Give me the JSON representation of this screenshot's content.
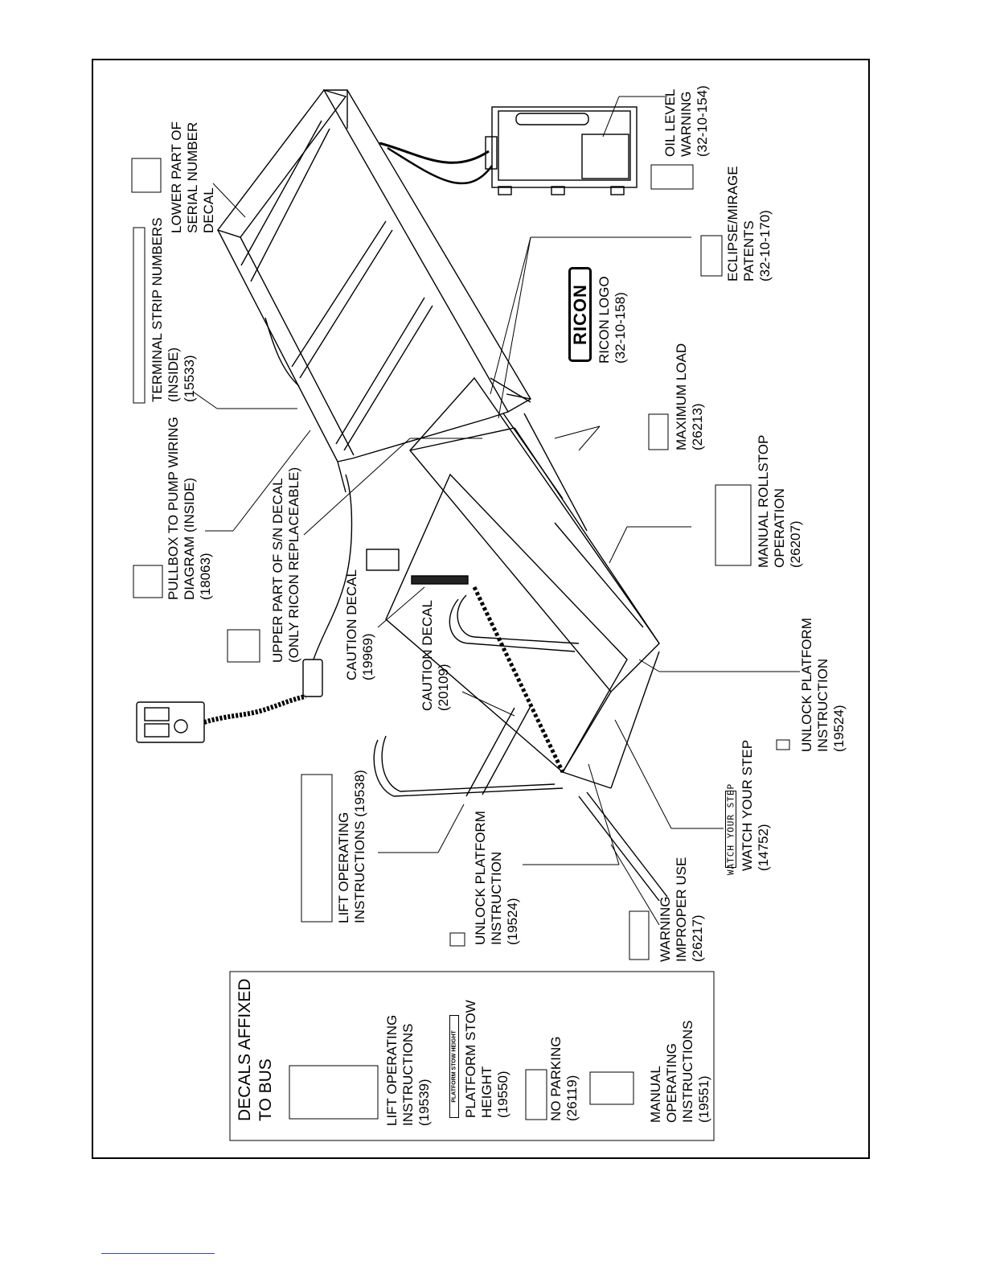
{
  "labels": {
    "lower_serial": "LOWER PART OF\nSERIAL NUMBER\nDECAL",
    "oil_level": "OIL LEVEL\nWARNING\n(32-10-154)",
    "terminal_strip": "TERMINAL STRIP NUMBERS\n(INSIDE)\n(15533)",
    "eclipse_patents": "ECLIPSE/MIRAGE\nPATENTS\n(32-10-170)",
    "ricon_logo_label": "RICON LOGO\n(32-10-158)",
    "pullbox": "PULLBOX TO PUMP WIRING\nDIAGRAM (INSIDE)\n(18063)",
    "upper_serial": "UPPER PART OF S/N DECAL\n(ONLY RICON REPLACEABLE)",
    "maximum_load": "MAXIMUM LOAD\n(26213)",
    "manual_rollstop": "MANUAL ROLLSTOP\nOPERATION\n(26207)",
    "caution_19969": "CAUTION DECAL\n(19969)",
    "caution_20109": "CAUTION DECAL\n(20109)",
    "unlock_right": "UNLOCK PLATFORM\nINSTRUCTION\n(19524)",
    "lift_operating": "LIFT OPERATING\nINSTRUCTIONS (19538)",
    "watch_step": "WATCH YOUR STEP\n(14752)",
    "unlock_left": "UNLOCK PLATFORM\nINSTRUCTION\n(19524)",
    "warning_improper": "WARNING\nIMPROPER USE\n(26217)"
  },
  "bus_box": {
    "title": "DECALS AFFIXED\nTO BUS",
    "lift_operating": "LIFT OPERATING\nINSTRUCTIONS\n(19539)",
    "platform_stow": "PLATFORM STOW\nHEIGHT\n(19550)",
    "no_parking": "NO PARKING\n(26119)",
    "manual_operating": "MANUAL\nOPERATING\nINSTRUCTIONS\n(19551)"
  },
  "decals": {
    "ricon_logo_text": "RICON",
    "watch_your_step_text": "WATCH YOUR STEP",
    "platform_stow_text": "PLATFORM STOW HEIGHT"
  }
}
